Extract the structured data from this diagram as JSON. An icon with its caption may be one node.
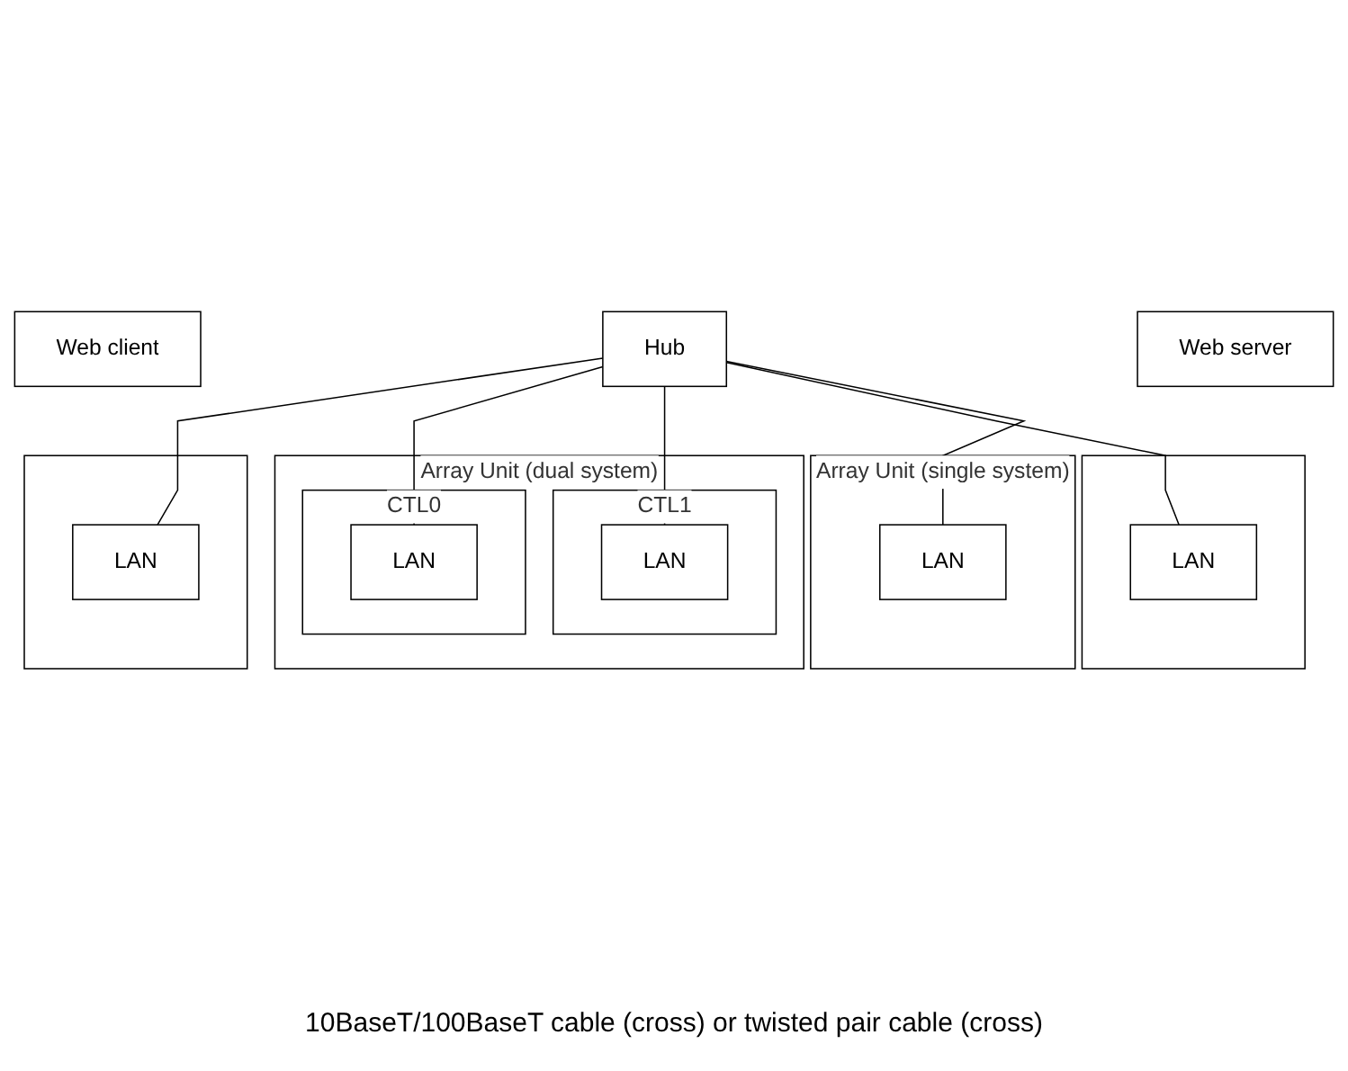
{
  "diagram": {
    "nodes": [
      {
        "text": [
          "Array Unit (single system)"
        ]
      },
      {
        "text": [
          "LAN"
        ],
        "in": 0
      },
      {
        "text": [
          "Hub"
        ]
      },
      {
        "text": [
          "Web server"
        ]
      },
      {
        "text": [],
        "shape": "box"
      },
      {
        "text": [
          "LAN"
        ],
        "in": 4
      },
      {
        "text": [
          "Array Unit (dual system)"
        ]
      },
      {
        "text": [
          "CTL1"
        ],
        "in": 6
      },
      {
        "text": [
          "LAN"
        ],
        "in": 7
      },
      {
        "text": [
          "CTL0"
        ],
        "in": 6
      },
      {
        "text": [
          "LAN"
        ],
        "in": 9
      },
      {
        "text": [
          "Web client"
        ]
      },
      {
        "text": [],
        "shape": "box"
      },
      {
        "text": [
          "LAN"
        ],
        "in": 12
      }
    ],
    "edges": [
      {
        "from": 2,
        "to": 1,
        "arrow": "none"
      },
      {
        "from": 2,
        "to": 5,
        "arrow": "none"
      },
      {
        "from": 2,
        "to": 8,
        "arrow": "none"
      },
      {
        "from": 2,
        "to": 10,
        "arrow": "none"
      },
      {
        "from": 2,
        "to": 13,
        "arrow": "none"
      }
    ],
    "labels": [
      "10BaseT/100BaseT cable (cross) or twisted pair cable (cross)"
    ]
  }
}
